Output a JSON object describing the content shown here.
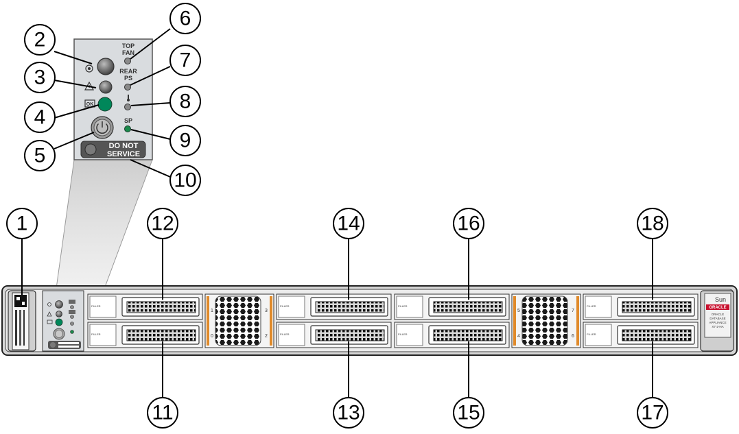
{
  "callouts": [
    "1",
    "2",
    "3",
    "4",
    "5",
    "6",
    "7",
    "8",
    "9",
    "10",
    "11",
    "12",
    "13",
    "14",
    "15",
    "16",
    "17",
    "18"
  ],
  "inset_labels": {
    "top_fan": [
      "TOP",
      "FAN"
    ],
    "rear_ps": [
      "REAR",
      "PS"
    ],
    "sp": "SP",
    "do_not_service": [
      "DO NOT",
      "SERVICE"
    ]
  },
  "drive_filler_label": "FILLER",
  "fan_slot_numbers": {
    "left": [
      "1",
      "3",
      "0",
      "2"
    ],
    "right": [
      "5",
      "7",
      "4",
      "6"
    ]
  },
  "badge": {
    "brand": "Sun",
    "vendor": "ORACLE",
    "product": [
      "ORACLE",
      "DATABASE",
      "APPLIANCE",
      "X7-2-HA"
    ]
  },
  "colors": {
    "ok_led": "#00875a",
    "sp_led": "#1b8a4c",
    "vendor_red": "#c8102e",
    "chassis": "#e4e4e4",
    "inset_panel": "#d9dcdf"
  }
}
